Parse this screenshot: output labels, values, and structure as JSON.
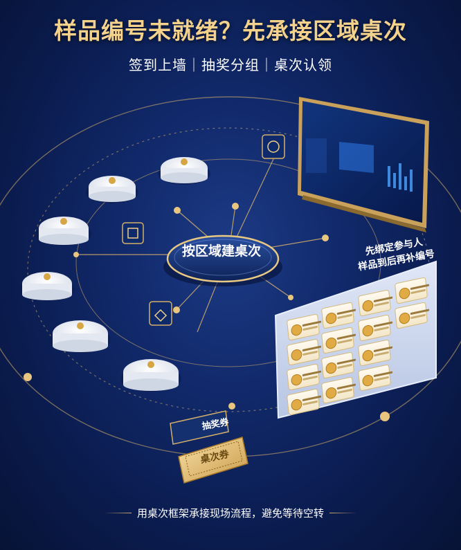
{
  "header": {
    "title": "样品编号未就绪？先承接区域桌次",
    "subtitle": "签到上墙｜抽奖分组｜桌次认领"
  },
  "hub": {
    "label": "按区域建桌次"
  },
  "note": {
    "line1": "先绑定参与人",
    "line2": "样品到后再补编号"
  },
  "ticket": {
    "label": "抽奖券"
  },
  "coupon": {
    "label": "桌次券"
  },
  "footer": {
    "text": "用桌次框架承接现场流程，避免等待空转"
  },
  "colors": {
    "gold": "#d4af6a",
    "title_gold": "#f4d28b",
    "navy": "#0a1b4d",
    "panel_blue": "#11296a"
  }
}
